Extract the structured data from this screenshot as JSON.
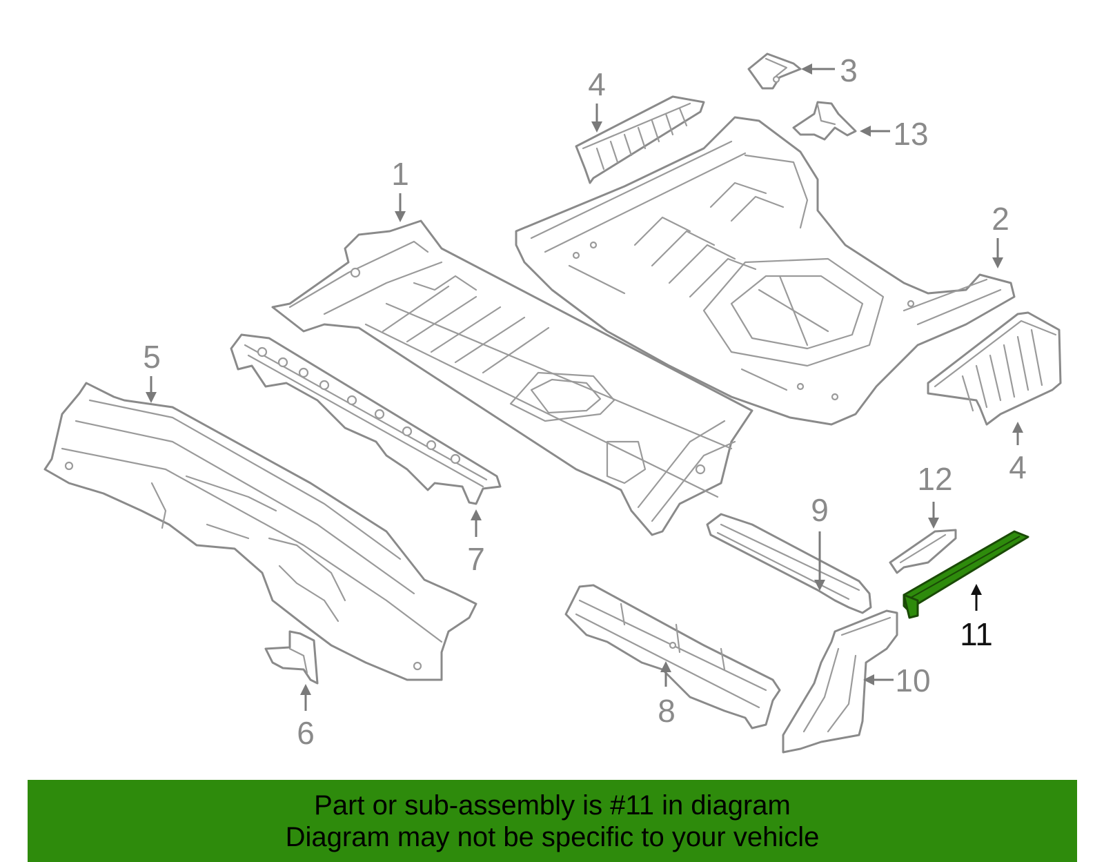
{
  "diagram": {
    "callouts": [
      "1",
      "2",
      "3",
      "4",
      "4",
      "5",
      "6",
      "7",
      "8",
      "9",
      "10",
      "11",
      "12",
      "13"
    ],
    "highlighted_part": "11",
    "highlight_color": "#2e8b0c",
    "line_color": "#8a8a8a"
  },
  "banner": {
    "line1": "Part or sub-assembly is #11 in diagram",
    "line2": "Diagram may not be specific to your vehicle",
    "color": "#2e8b0c"
  }
}
